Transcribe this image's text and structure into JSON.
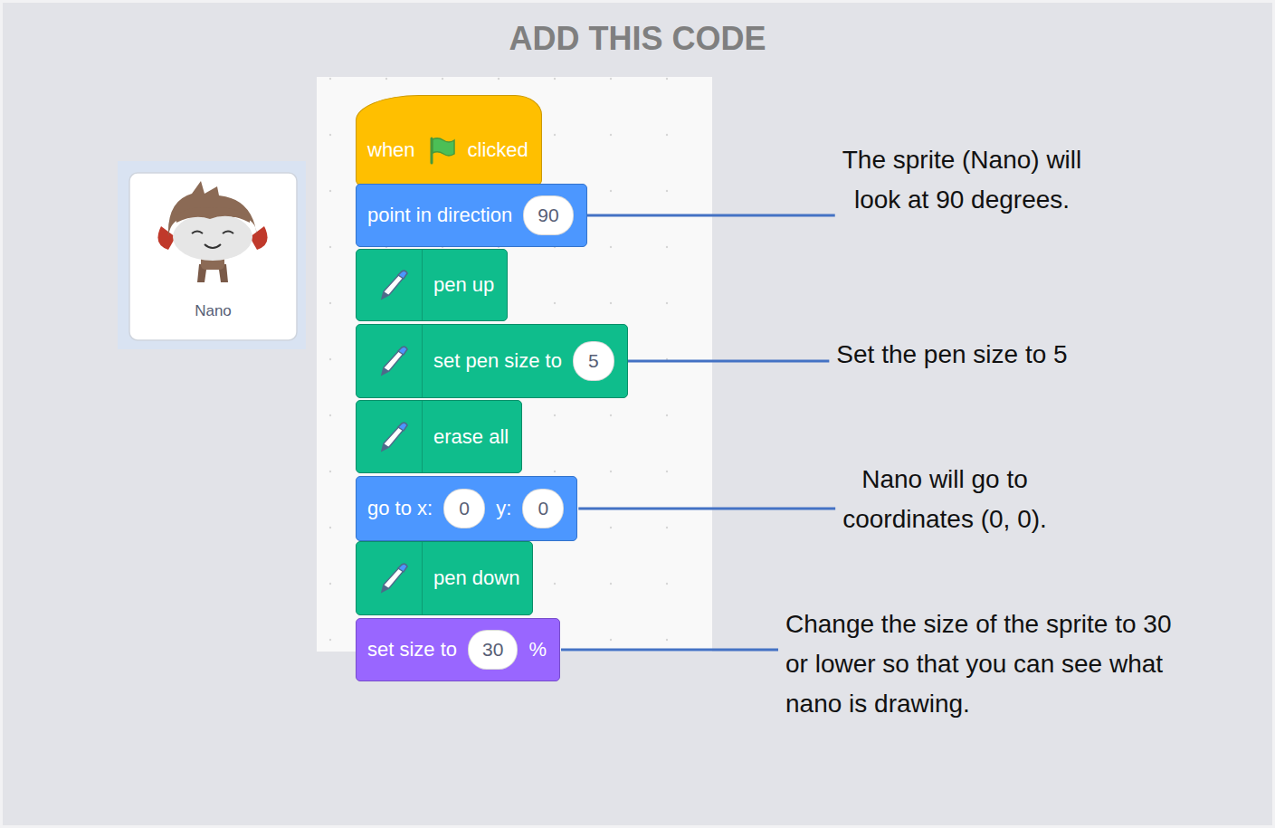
{
  "diagram": {
    "title": "ADD THIS CODE",
    "nodes": [
      {
        "text": [
          "Nano"
        ]
      },
      {
        "text": [
          "when",
          "clicked"
        ]
      },
      {
        "text": [
          "point in direction",
          "90"
        ]
      },
      {
        "text": [
          "pen up"
        ]
      },
      {
        "text": [
          "set pen size to",
          "5"
        ]
      },
      {
        "text": [
          "erase all"
        ]
      },
      {
        "text": [
          "go to x:",
          "0",
          "y:",
          "0"
        ]
      },
      {
        "text": [
          "pen down"
        ]
      },
      {
        "text": [
          "set size to",
          "30",
          "%"
        ]
      }
    ],
    "labels": [
      "The sprite (Nano) will look at 90 degrees.",
      "Set the pen size to 5",
      "Nano will go to coordinates (0, 0).",
      "Change the size of the sprite to 30 or lower so that you can see what nano is drawing."
    ]
  }
}
